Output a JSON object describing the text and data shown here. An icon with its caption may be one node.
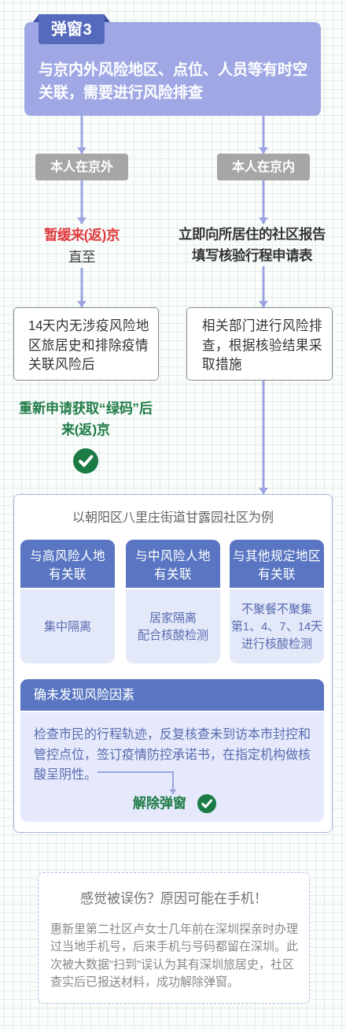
{
  "diagram": {
    "nodes": [
      {
        "text": [
          "弹窗3",
          "与京内外风险地区、点位、人员等有时空关联，需要进行风险排查"
        ]
      },
      {
        "text": [
          "本人在京外"
        ]
      },
      {
        "text": [
          "本人在京内"
        ]
      },
      {
        "text": [
          "暂缓来(返)京",
          "直至"
        ]
      },
      {
        "text": [
          "立即向所居住的社区报告填写核验行程申请表"
        ]
      },
      {
        "text": [
          "14天内无涉疫风险地区旅居史和排除疫情关联风险后"
        ]
      },
      {
        "text": [
          "相关部门进行风险排查，根据核验结果采取措施"
        ]
      },
      {
        "text": [
          "以朝阳区八里庄街道甘露园社区为例"
        ]
      },
      {
        "text": [
          "与高风险人地有关联",
          "集中隔离"
        ],
        "in": 7
      },
      {
        "text": [
          "与中风险人地有关联",
          "居家隔离",
          "配合核酸检测"
        ],
        "in": 7
      },
      {
        "text": [
          "与其他规定地区有关联",
          "不聚餐不聚集",
          "第1、4、7、14天进行核酸检测"
        ],
        "in": 7
      },
      {
        "text": [
          "确未发现风险因素"
        ],
        "in": 7
      },
      {
        "text": [
          "检查市民的行程轨迹，反复核查未到访本市封控和管控点位，签订疫情防控承诺书，在指定机构做核酸呈阴性。"
        ],
        "in": 11
      },
      {
        "text": [
          "解除弹窗"
        ],
        "in": 11
      },
      {
        "text": [
          "感觉被误伤？原因可能在手机！",
          "惠新里第二社区卢女士几年前在深圳探亲时办理过当地手机号，后来手机与号码都留在深圳。此次被大数据“扫到”误认为其有深圳旅居史，社区查实后已报送材料，成功解除弹窗。"
        ]
      }
    ],
    "edges": [
      {
        "from": 0,
        "to": 1,
        "arrow": "to"
      },
      {
        "from": 0,
        "to": 2,
        "arrow": "to"
      },
      {
        "from": 1,
        "to": 3,
        "arrow": "to"
      },
      {
        "from": 2,
        "to": 4,
        "arrow": "to"
      },
      {
        "from": 3,
        "to": 5,
        "arrow": "to"
      },
      {
        "from": 4,
        "to": 6,
        "arrow": "to"
      },
      {
        "from": 6,
        "to": 7,
        "arrow": "to"
      },
      {
        "from": 12,
        "to": 13,
        "arrow": "to"
      }
    ],
    "labels": [
      "重新申请获取“绿码”后来(返)京"
    ]
  }
}
